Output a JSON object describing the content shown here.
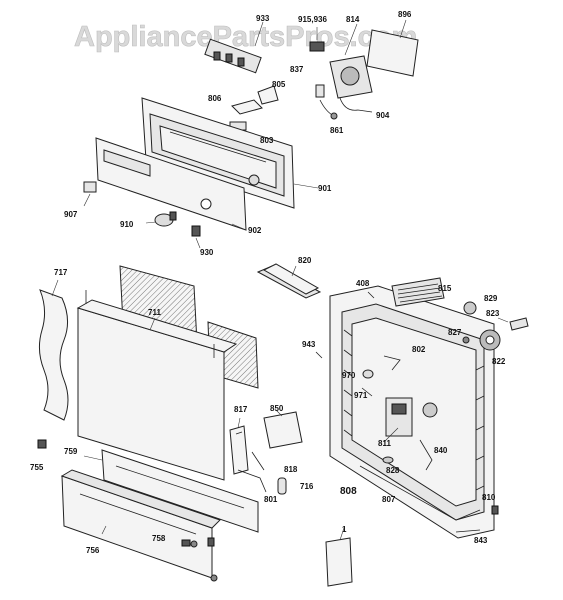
{
  "watermark": "AppliancePartsPros.com",
  "labels": {
    "p896": "896",
    "p933": "933",
    "p815_936": "915,936",
    "p814": "814",
    "p837": "837",
    "p806": "806",
    "p805": "805",
    "p904": "904",
    "p861": "861",
    "p803": "803",
    "p901": "901",
    "p907": "907",
    "p910": "910",
    "p902": "902",
    "p930": "930",
    "p820": "820",
    "p408": "408",
    "p815": "815",
    "p829": "829",
    "p823": "823",
    "p827": "827",
    "p822": "822",
    "p717": "717",
    "p711": "711",
    "p943": "943",
    "p802": "802",
    "p970": "970",
    "p971": "971",
    "p850": "850",
    "p817": "817",
    "p811": "811",
    "p840": "840",
    "p828": "828",
    "p755": "755",
    "p759": "759",
    "p818": "818",
    "p716": "716",
    "p801": "801",
    "p808": "808",
    "p807": "807",
    "p810": "810",
    "p843": "843",
    "p756": "756",
    "p758": "758",
    "p1": "1"
  }
}
